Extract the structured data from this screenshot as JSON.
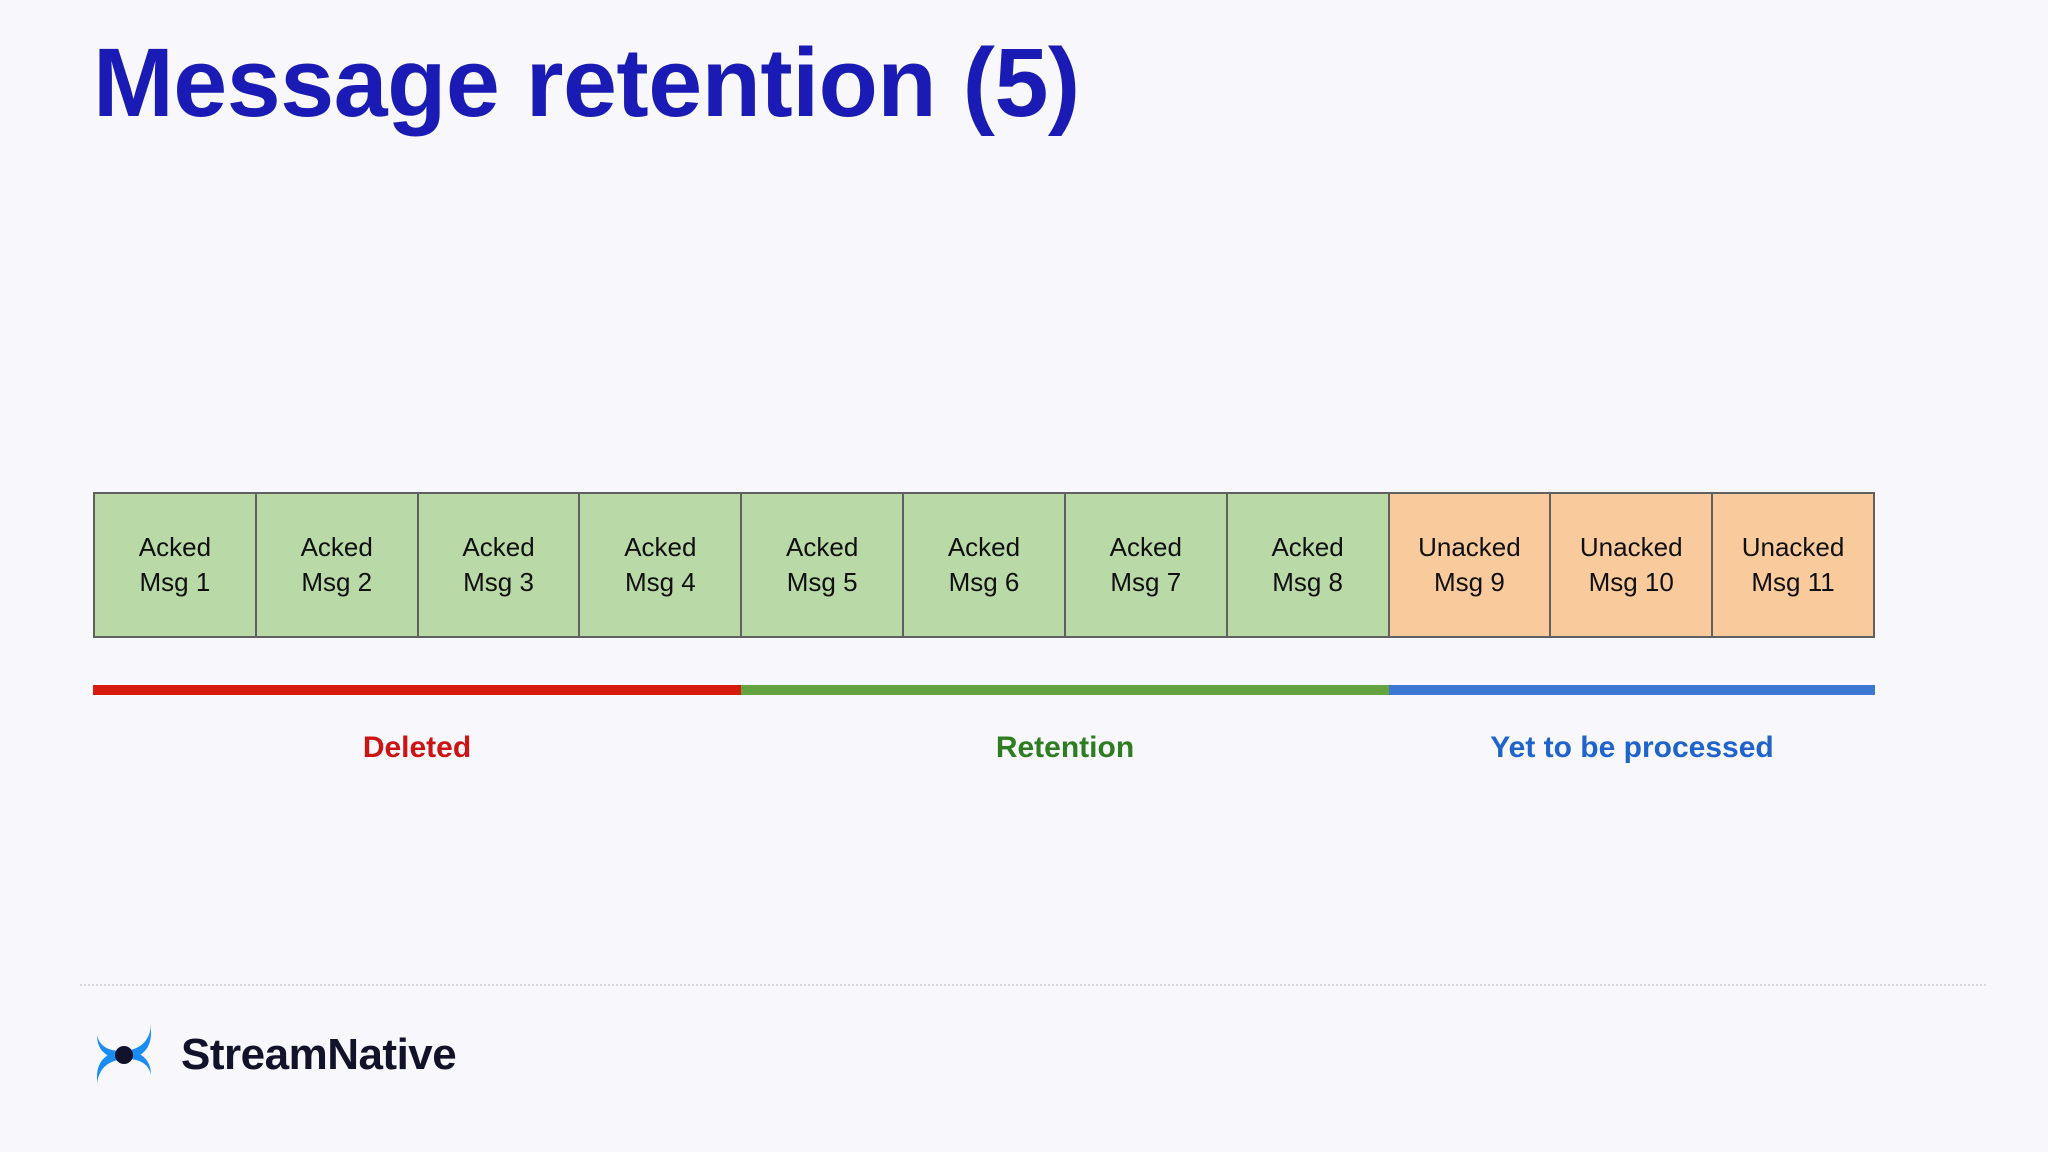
{
  "slide": {
    "title": "Message retention (5)",
    "background_color": "#f7f7fc",
    "title_color": "#1a1ab5"
  },
  "colors": {
    "acked_fill": "#b9d9a6",
    "unacked_fill": "#f9cb9c",
    "box_border": "#606060",
    "deleted": "#d61a0d",
    "retention": "#64a33f",
    "pending": "#3a78d4",
    "deleted_text": "#cc1414",
    "retention_text": "#2e7d20",
    "pending_text": "#1f63cc",
    "brand_blue": "#1a8cf5",
    "brand_dark": "#12122b"
  },
  "message_row": {
    "boxes": [
      {
        "state": "Acked",
        "label": "Msg 1",
        "kind": "acked"
      },
      {
        "state": "Acked",
        "label": "Msg 2",
        "kind": "acked"
      },
      {
        "state": "Acked",
        "label": "Msg 3",
        "kind": "acked"
      },
      {
        "state": "Acked",
        "label": "Msg 4",
        "kind": "acked"
      },
      {
        "state": "Acked",
        "label": "Msg 5",
        "kind": "acked"
      },
      {
        "state": "Acked",
        "label": "Msg 6",
        "kind": "acked"
      },
      {
        "state": "Acked",
        "label": "Msg 7",
        "kind": "acked"
      },
      {
        "state": "Acked",
        "label": "Msg 8",
        "kind": "acked"
      },
      {
        "state": "Unacked",
        "label": "Msg 9",
        "kind": "unacked"
      },
      {
        "state": "Unacked",
        "label": "Msg 10",
        "kind": "unacked"
      },
      {
        "state": "Unacked",
        "label": "Msg 11",
        "kind": "unacked"
      }
    ]
  },
  "phases": [
    {
      "label": "Deleted",
      "kind": "deleted",
      "span_messages": 4,
      "color": "#d61a0d"
    },
    {
      "label": "Retention",
      "kind": "retention",
      "span_messages": 4,
      "color": "#64a33f"
    },
    {
      "label": "Yet to be processed",
      "kind": "pending",
      "span_messages": 3,
      "color": "#3a78d4"
    }
  ],
  "footer": {
    "brand_name": "StreamNative",
    "logo_icon": "streamnative-swirl-icon"
  }
}
